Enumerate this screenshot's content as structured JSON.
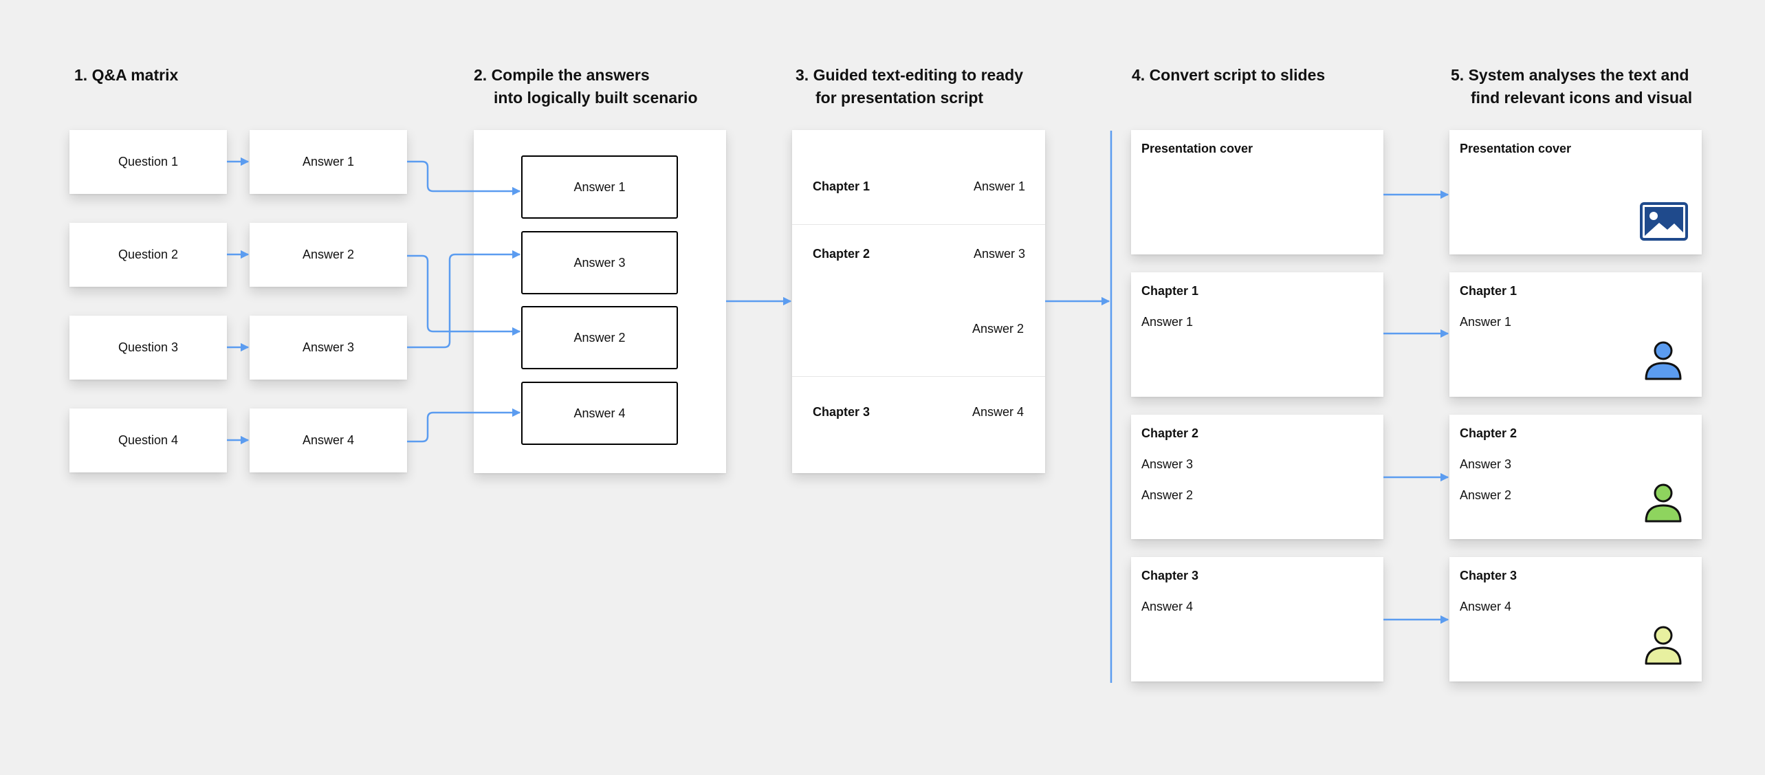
{
  "steps": [
    {
      "line1": "1. Q&A matrix",
      "line2": ""
    },
    {
      "line1": "2. Compile the answers",
      "line2": "into logically built scenario"
    },
    {
      "line1": "3. Guided text-editing to ready",
      "line2": "for presentation script"
    },
    {
      "line1": "4. Convert script to slides",
      "line2": ""
    },
    {
      "line1": "5. System analyses the text and",
      "line2": "find relevant icons and visual"
    }
  ],
  "questions": [
    "Question 1",
    "Question 2",
    "Question 3",
    "Question 4"
  ],
  "answers": [
    "Answer 1",
    "Answer 2",
    "Answer 3",
    "Answer 4"
  ],
  "scenario": [
    "Answer 1",
    "Answer 3",
    "Answer 2",
    "Answer 4"
  ],
  "script": {
    "chapters": [
      "Chapter 1",
      "Chapter 2",
      "Chapter 3"
    ],
    "answers": [
      "Answer 1",
      "Answer 3",
      "Answer 2",
      "Answer 4"
    ]
  },
  "slides": [
    {
      "title": "Presentation cover",
      "lines": []
    },
    {
      "title": "Chapter 1",
      "lines": [
        "Answer 1"
      ]
    },
    {
      "title": "Chapter 2",
      "lines": [
        "Answer 3",
        "Answer 2"
      ]
    },
    {
      "title": "Chapter 3",
      "lines": [
        "Answer 4"
      ]
    }
  ],
  "visual_slides": [
    {
      "title": "Presentation cover",
      "lines": [],
      "icon": "image-icon"
    },
    {
      "title": "Chapter 1",
      "lines": [
        "Answer 1"
      ],
      "icon": "person-icon"
    },
    {
      "title": "Chapter 2",
      "lines": [
        "Answer 3",
        "Answer 2"
      ],
      "icon": "person-icon"
    },
    {
      "title": "Chapter 3",
      "lines": [
        "Answer 4"
      ],
      "icon": "person-icon"
    }
  ],
  "colors": {
    "arrow": "#5b9cf0",
    "image_icon": "#1f4a8c",
    "person_blue": "#5b9cf0",
    "person_green": "#8ed45e",
    "person_yellow": "#e8f0a0"
  }
}
